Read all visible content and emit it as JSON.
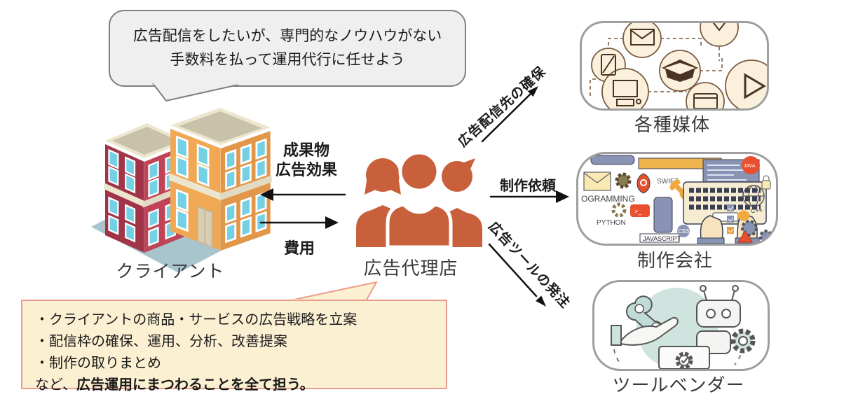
{
  "speech_bubble": {
    "line1": "広告配信をしたいが、専門的なノウハウがない",
    "line2": "手数料を払って運用代行に任せよう"
  },
  "nodes": {
    "client_label": "クライアント",
    "agency_label": "広告代理店",
    "media_label": "各種媒体",
    "production_label": "制作会社",
    "tool_vendor_label": "ツールベンダー"
  },
  "flows": {
    "deliverable_line1": "成果物",
    "deliverable_line2": "広告効果",
    "fee_label": "費用",
    "media_flow_label": "広告配信先の確保",
    "production_flow_label": "制作依頼",
    "tool_flow_label": "広告ツールの発注"
  },
  "callout": {
    "line1": "・クライアントの商品・サービスの広告戦略を立案",
    "line2": "・配信枠の確保、運用、分析、改善提案",
    "line3": "・制作の取りまとめ",
    "line4_prefix": "など、",
    "line4_bold": "広告運用にまつわることを全て担う。"
  },
  "production_illustration_labels": {
    "programming": "OGRAMMING",
    "python": "PYTHON",
    "swift": "SWIFT",
    "java": "JAVA",
    "javascript": "JAVASCRIPT",
    "css": "CSS",
    "cpp": "C++"
  },
  "colors": {
    "agency_orange": "#C8603C",
    "bubble_bg": "#EFEFEF",
    "bubble_border": "#7F7F7F",
    "callout_bg": "#FCF0D2",
    "callout_border": "#EC9C8C",
    "box_border": "#9E9E9E",
    "arrow_black": "#111111",
    "building_red": "#BE4055",
    "building_orange": "#F0A855",
    "window_blue": "#74D0E4",
    "mint": "#CFE4DF"
  }
}
